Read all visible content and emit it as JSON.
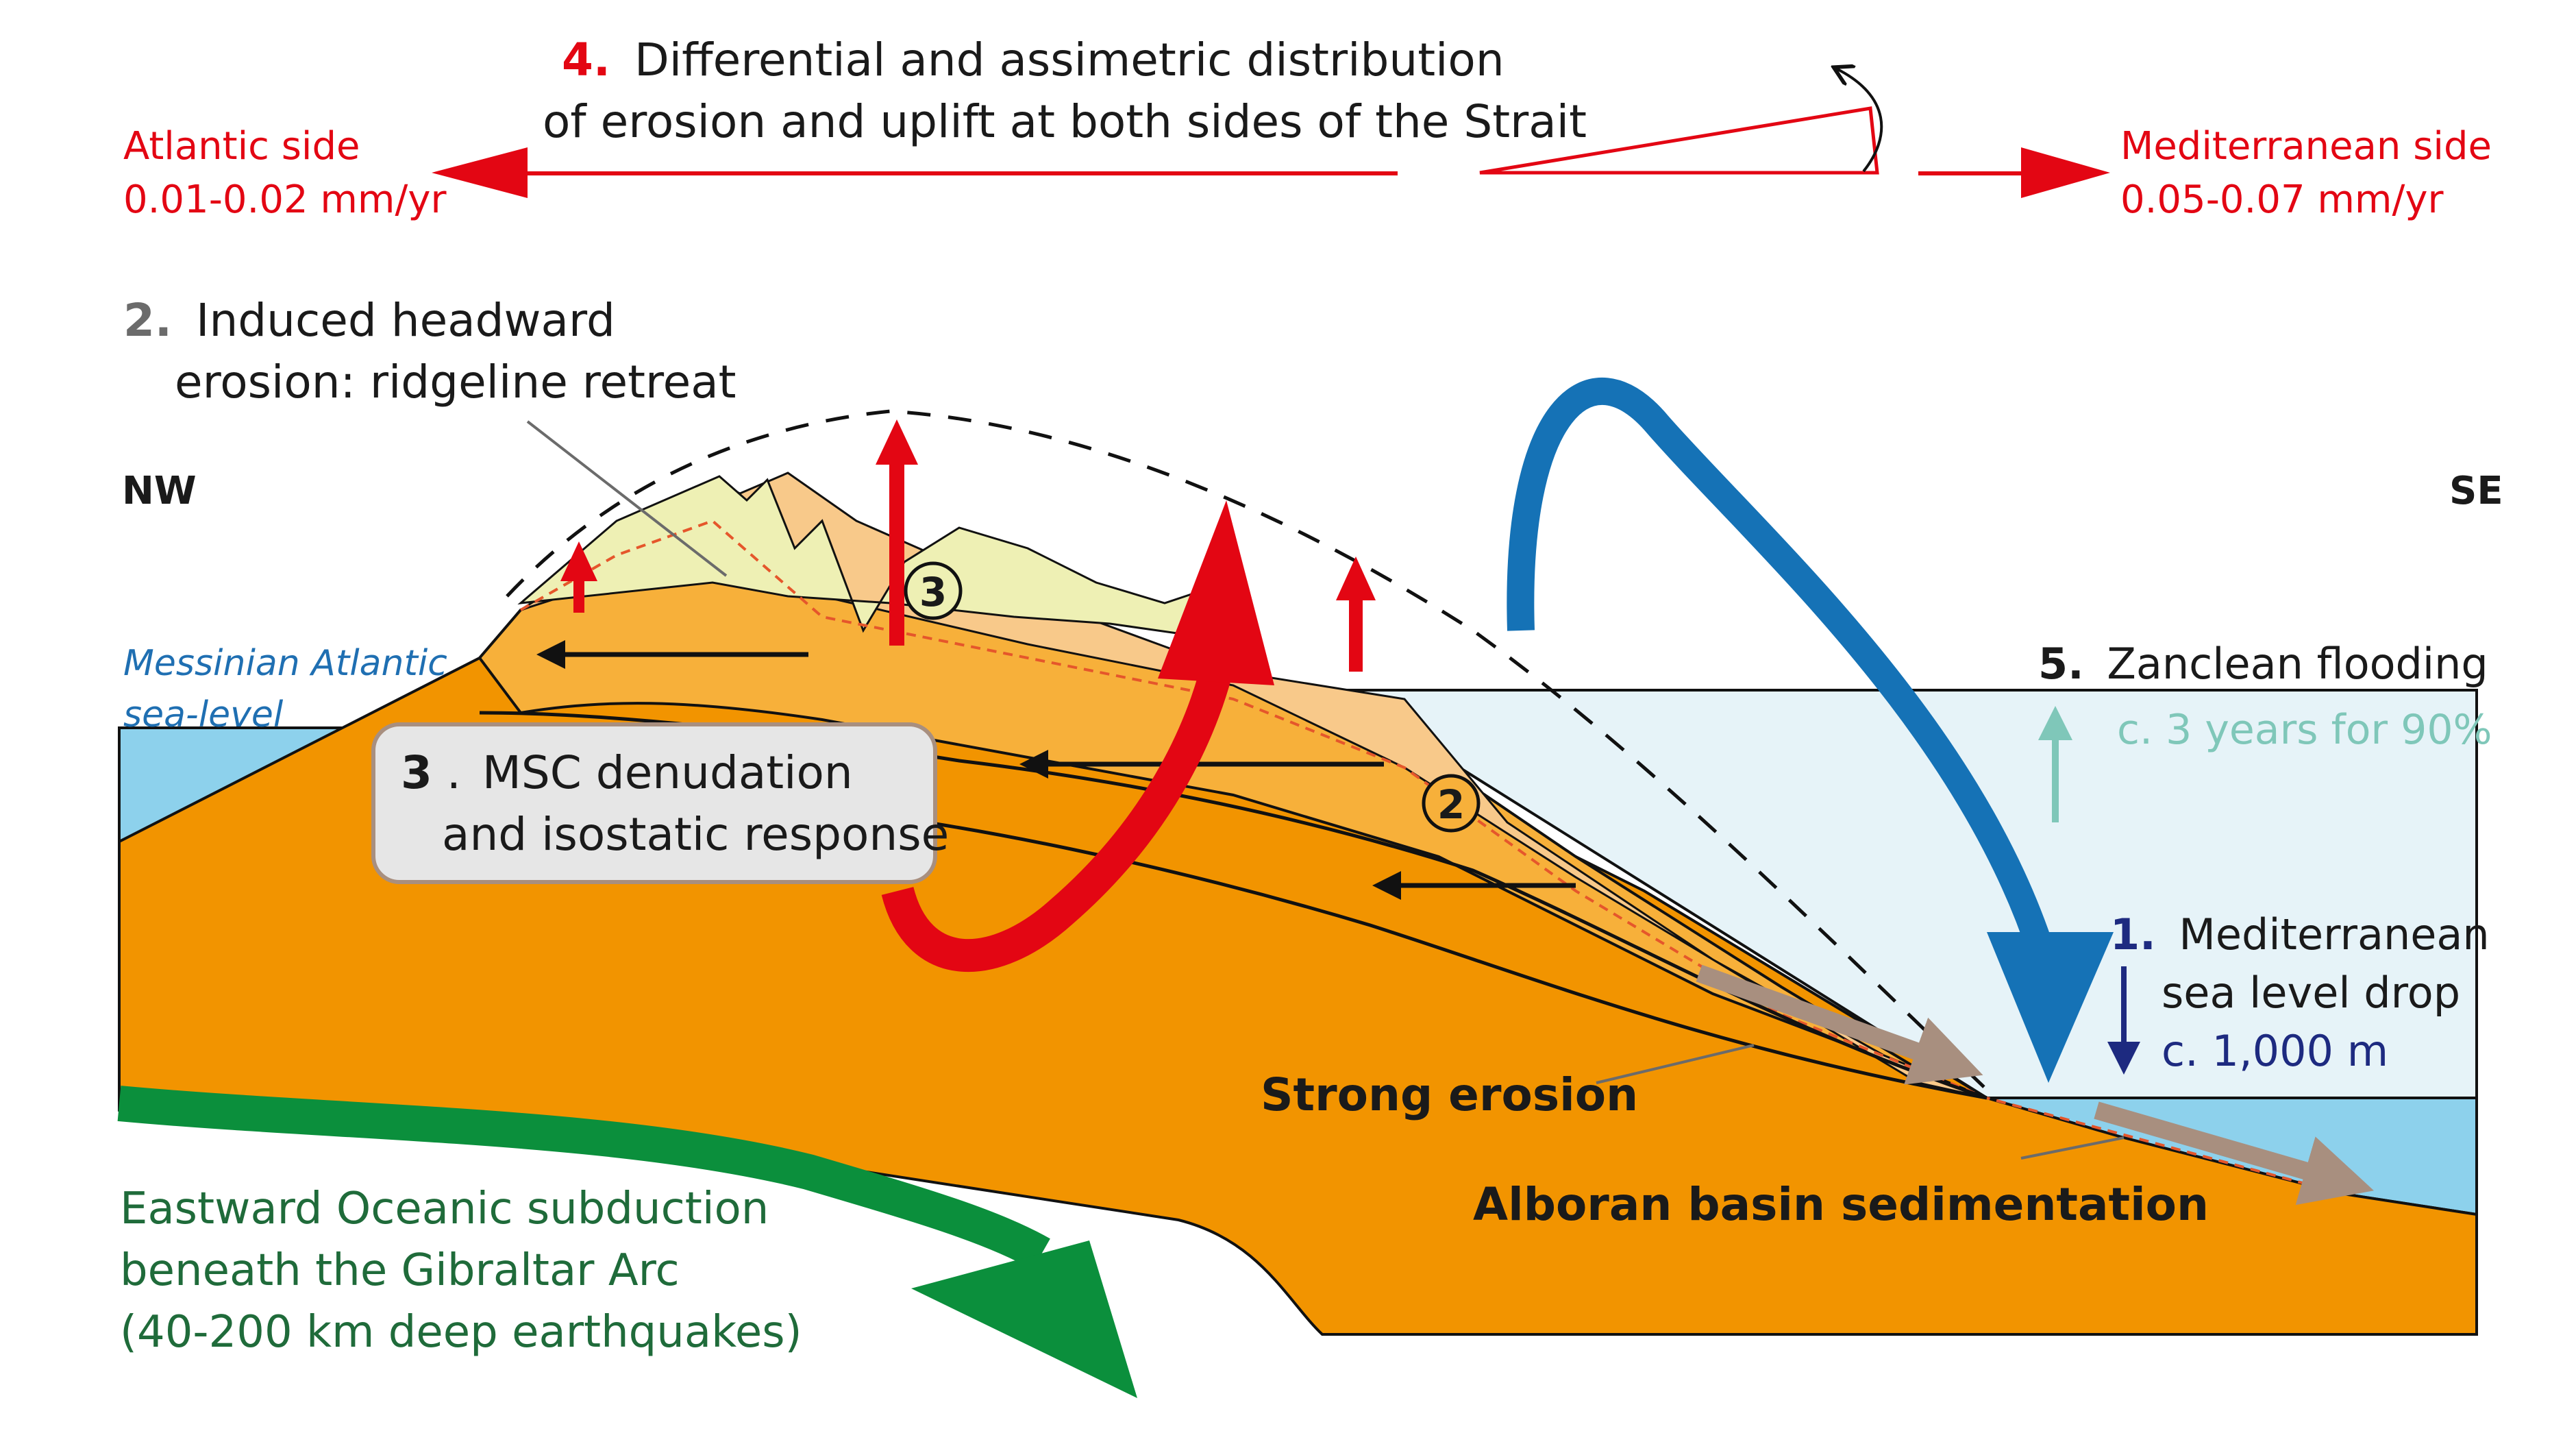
{
  "header": {
    "item4_number": "4.",
    "item4_line1": "Differential and assimetric distribution",
    "item4_line2": "of erosion and uplift at both sides of the Strait",
    "atlantic_side": "Atlantic side",
    "atlantic_rate": "0.01-0.02 mm/yr",
    "mediterranean_side": "Mediterranean side",
    "mediterranean_rate": "0.05-0.07 mm/yr"
  },
  "labels": {
    "item2_number": "2.",
    "item2_line1": "Induced headward",
    "item2_line2": "erosion: ridgeline retreat",
    "nw": "NW",
    "se": "SE",
    "messinian_line1": "Messinian Atlantic",
    "messinian_line2": "sea-level",
    "item5_number": "5.",
    "item5_text": "Zanclean flooding",
    "item5_sub": "c. 3 years for 90%",
    "item3_number": "3",
    "item3_dot": ".",
    "item3_line1": "MSC denudation",
    "item3_line2": "and isostatic response",
    "item1_number": "1.",
    "item1_line1": "Mediterranean",
    "item1_line2": "sea level drop",
    "item1_line3": "c. 1,000 m",
    "strong_erosion": "Strong erosion",
    "alboran": "Alboran basin sedimentation",
    "subduction_line1": "Eastward Oceanic subduction",
    "subduction_line2": "beneath the Gibraltar Arc",
    "subduction_line3": "(40-200 km deep earthquakes)",
    "circle_3": "3",
    "circle_2": "2"
  },
  "colors": {
    "accent_red": "#e30613",
    "flow_blue": "#1572b6",
    "subduction_green": "#0b8f3c",
    "crust_orange": "#f29400",
    "layer_light_orange": "#f7b03a",
    "layer_peach": "#f8c98a",
    "layer_pale_yellow": "#eef0b4",
    "atlantic_water": "#8dd1ec",
    "mediterranean_water": "#e6f3f8",
    "sediment_brown": "#a88f7f",
    "teal_arrow": "#7fc7b9",
    "navy_arrow": "#1d2a80"
  }
}
